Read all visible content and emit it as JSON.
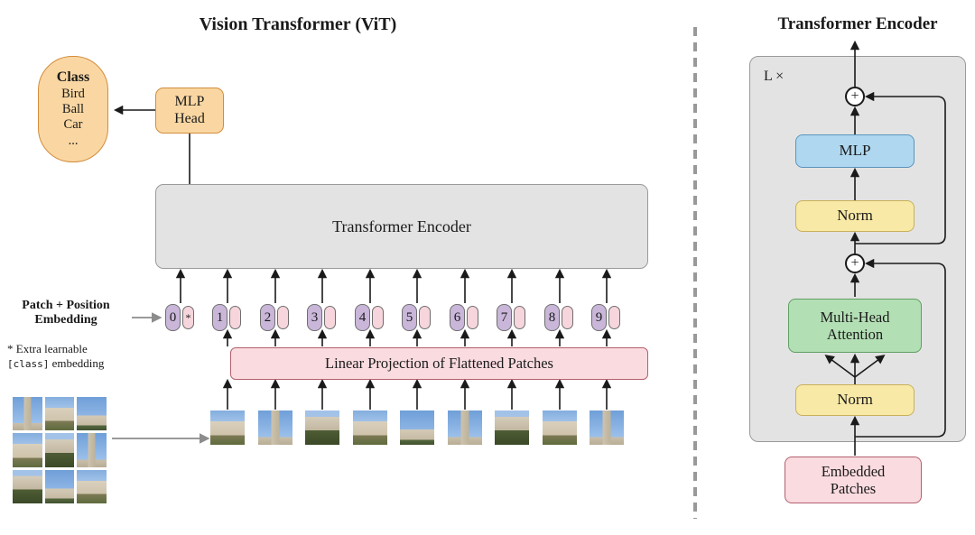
{
  "left": {
    "title": "Vision Transformer (ViT)",
    "class_bubble": {
      "heading": "Class",
      "items": [
        "Bird",
        "Ball",
        "Car",
        "..."
      ]
    },
    "mlp_head_label": "MLP\nHead",
    "encoder_label": "Transformer Encoder",
    "patch_position_label": "Patch + Position\nEmbedding",
    "note": {
      "line1": "* Extra learnable",
      "code": "[class]",
      "rest": "embedding"
    },
    "linear_projection_label": "Linear Projection of Flattened Patches",
    "tokens": [
      "0",
      "1",
      "2",
      "3",
      "4",
      "5",
      "6",
      "7",
      "8",
      "9"
    ],
    "class_token_symbol": "*"
  },
  "right": {
    "title": "Transformer Encoder",
    "loop_label": "L ×",
    "plus_symbol": "+",
    "mlp_label": "MLP",
    "norm_top_label": "Norm",
    "norm_bottom_label": "Norm",
    "attention_label": "Multi-Head\nAttention",
    "embedded_patches_label": "Embedded\nPatches"
  },
  "colors": {
    "orange_fill": "#FAD7A2",
    "orange_border": "#D28C3C",
    "gray_fill": "#E3E3E3",
    "gray_border": "#9A9A9A",
    "purple_fill": "#C9B6D9",
    "pink_fill": "#F6D5DC",
    "token_border": "#6E6E6E",
    "pink_box_fill": "#FADBE0",
    "pink_box_border": "#B2616E",
    "yellow_fill": "#F8E9A6",
    "yellow_border": "#C8B05A",
    "green_fill": "#B3DFB4",
    "green_border": "#5E9F63",
    "blue_fill": "#AFD8F0",
    "blue_border": "#5B93BD",
    "arrow_color": "#1A1A1A",
    "muted_arrow_color": "#8C8C8C"
  }
}
